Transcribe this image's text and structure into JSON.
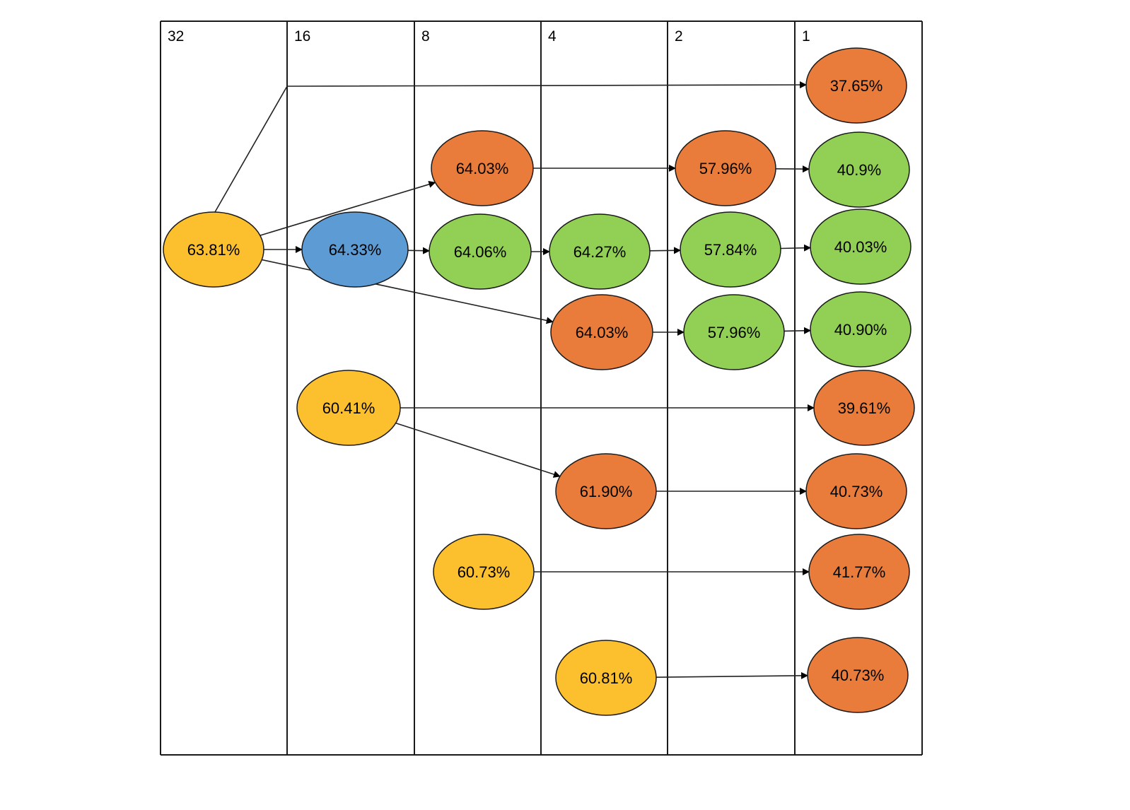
{
  "columns": [
    "32",
    "16",
    "8",
    "4",
    "2",
    "1"
  ],
  "colors": {
    "yellow": "#fcbf2d",
    "blue": "#5c9bd4",
    "green": "#92cf55",
    "orange": "#e97c3b"
  },
  "nodes": [
    {
      "id": "n32a",
      "label": "63.81%",
      "color": "yellow"
    },
    {
      "id": "n16a",
      "label": "64.33%",
      "color": "blue"
    },
    {
      "id": "n8a",
      "label": "64.03%",
      "color": "orange"
    },
    {
      "id": "n8b",
      "label": "64.06%",
      "color": "green"
    },
    {
      "id": "n4a",
      "label": "64.27%",
      "color": "green"
    },
    {
      "id": "n4b",
      "label": "64.03%",
      "color": "orange"
    },
    {
      "id": "n2a",
      "label": "57.96%",
      "color": "orange"
    },
    {
      "id": "n2b",
      "label": "57.84%",
      "color": "green"
    },
    {
      "id": "n2c",
      "label": "57.96%",
      "color": "green"
    },
    {
      "id": "n1a",
      "label": "37.65%",
      "color": "orange"
    },
    {
      "id": "n1b",
      "label": "40.9%",
      "color": "green"
    },
    {
      "id": "n1c",
      "label": "40.03%",
      "color": "green"
    },
    {
      "id": "n1d",
      "label": "40.90%",
      "color": "green"
    },
    {
      "id": "n16b",
      "label": "60.41%",
      "color": "yellow"
    },
    {
      "id": "n1e",
      "label": "39.61%",
      "color": "orange"
    },
    {
      "id": "n4c",
      "label": "61.90%",
      "color": "orange"
    },
    {
      "id": "n1f",
      "label": "40.73%",
      "color": "orange"
    },
    {
      "id": "n8c",
      "label": "60.73%",
      "color": "yellow"
    },
    {
      "id": "n1g",
      "label": "41.77%",
      "color": "orange"
    },
    {
      "id": "n4d",
      "label": "60.81%",
      "color": "yellow"
    },
    {
      "id": "n1h",
      "label": "40.73%",
      "color": "orange"
    }
  ],
  "edges": [
    [
      "n32a",
      "n1a"
    ],
    [
      "n32a",
      "n8a"
    ],
    [
      "n32a",
      "n16a"
    ],
    [
      "n32a",
      "n4b"
    ],
    [
      "n16a",
      "n8b"
    ],
    [
      "n8b",
      "n4a"
    ],
    [
      "n4a",
      "n2b"
    ],
    [
      "n2b",
      "n1c"
    ],
    [
      "n8a",
      "n2a"
    ],
    [
      "n2a",
      "n1b"
    ],
    [
      "n4b",
      "n2c"
    ],
    [
      "n2c",
      "n1d"
    ],
    [
      "n16b",
      "n1e"
    ],
    [
      "n16b",
      "n4c"
    ],
    [
      "n4c",
      "n1f"
    ],
    [
      "n8c",
      "n1g"
    ],
    [
      "n4d",
      "n1h"
    ]
  ]
}
